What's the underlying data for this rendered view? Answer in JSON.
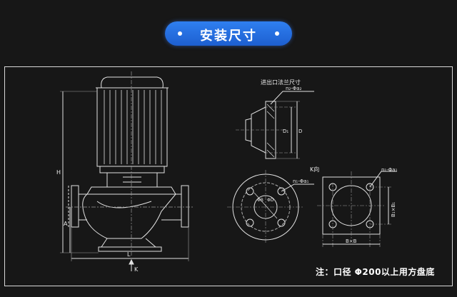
{
  "header": {
    "title": "安装尺寸"
  },
  "diagram": {
    "flange_title": "进出口法兰尺寸",
    "k_view": "K向",
    "note": "注：口径 Φ200以上用方盘底",
    "labels": {
      "n2": "n₂-Φa₂",
      "n1_round": "n₁-Φa₁",
      "n1_square": "n₁-Φa₁",
      "d1": "D₁",
      "d": "D",
      "phiB": "ΦB",
      "phiD": "ΦD",
      "h": "H",
      "a": "A",
      "l": "L",
      "k": "K",
      "bxb": "B×B",
      "b1xb1": "B₁×B₁"
    }
  }
}
